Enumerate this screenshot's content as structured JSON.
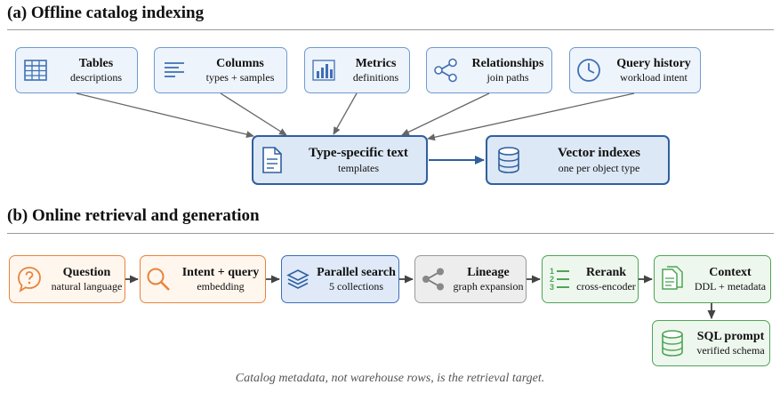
{
  "section_a": {
    "title": "(a) Offline catalog indexing",
    "sources": [
      {
        "title": "Tables",
        "subtitle": "descriptions",
        "icon": "table-icon"
      },
      {
        "title": "Columns",
        "subtitle": "types + samples",
        "icon": "columns-icon"
      },
      {
        "title": "Metrics",
        "subtitle": "definitions",
        "icon": "bar-chart-icon"
      },
      {
        "title": "Relationships",
        "subtitle": "join paths",
        "icon": "share-graph-icon"
      },
      {
        "title": "Query history",
        "subtitle": "workload intent",
        "icon": "clock-icon"
      }
    ],
    "templates": {
      "title": "Type-specific text",
      "subtitle": "templates",
      "icon": "document-icon"
    },
    "indexes": {
      "title": "Vector indexes",
      "subtitle": "one per object type",
      "icon": "database-icon"
    }
  },
  "section_b": {
    "title": "(b) Online retrieval and generation",
    "steps": [
      {
        "title": "Question",
        "subtitle": "natural language",
        "icon": "question-bubble-icon"
      },
      {
        "title": "Intent + query",
        "subtitle": "embedding",
        "icon": "search-icon"
      },
      {
        "title": "Parallel search",
        "subtitle": "5 collections",
        "icon": "layers-icon"
      },
      {
        "title": "Lineage",
        "subtitle": "graph expansion",
        "icon": "share-graph-icon"
      },
      {
        "title": "Rerank",
        "subtitle": "cross-encoder",
        "icon": "ranked-list-icon",
        "list_marks": [
          "1",
          "2",
          "3"
        ]
      },
      {
        "title": "Context",
        "subtitle": "DDL + metadata",
        "icon": "documents-icon"
      }
    ],
    "output": {
      "title": "SQL prompt",
      "subtitle": "verified schema",
      "icon": "database-icon"
    }
  },
  "caption": "Catalog metadata, not warehouse rows, is the retrieval target.",
  "colors": {
    "blue_border": "#6f9bd1",
    "blue_dark": "#2f5f9e",
    "orange": "#e8843c",
    "grey": "#9a9a9a",
    "green": "#4ea457",
    "arrow_grey": "#666666",
    "arrow_blue": "#2f5f9e"
  }
}
